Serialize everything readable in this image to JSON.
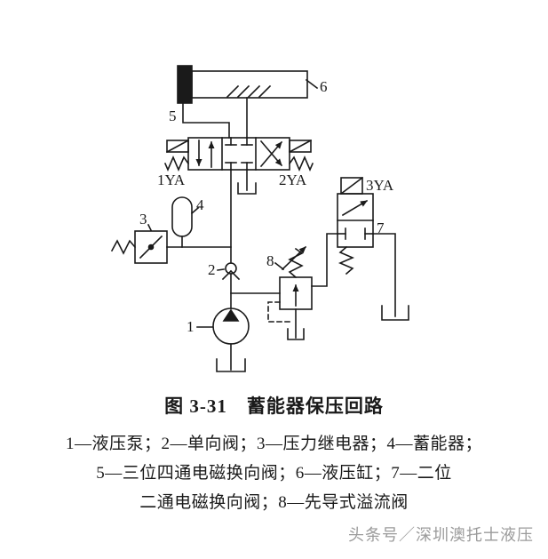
{
  "figure": {
    "labels": {
      "pump": "1",
      "check_valve": "2",
      "pressure_relay": "3",
      "accumulator": "4",
      "directional_valve": "5",
      "cylinder": "6",
      "two_way_valve": "7",
      "relief_valve": "8",
      "solenoid_1": "1YA",
      "solenoid_2": "2YA",
      "solenoid_3": "3YA"
    },
    "caption_title": "图 3-31　蓄能器保压回路",
    "caption_line1": "1—液压泵；2—单向阀；3—压力继电器；4—蓄能器；",
    "caption_line2": "5—三位四通电磁换向阀；6—液压缸；7—二位",
    "caption_line3": "二通电磁换向阀；8—先导式溢流阀",
    "watermark": "头条号／深圳澳托士液压"
  },
  "colors": {
    "line": "#1a1a1a",
    "background": "#ffffff",
    "watermark": "#9b9b9b"
  }
}
